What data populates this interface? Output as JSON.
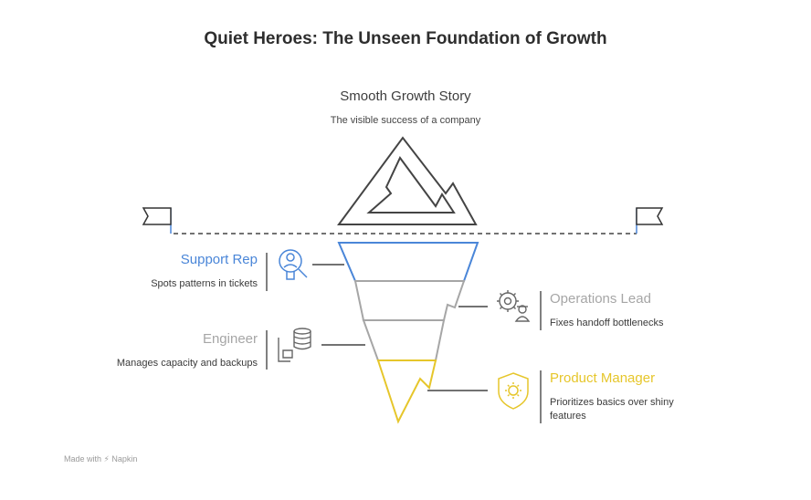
{
  "title": "Quiet Heroes: The Unseen Foundation of Growth",
  "peak": {
    "title": "Smooth Growth Story",
    "subtitle": "The visible success of a company"
  },
  "layers": [
    {
      "title": "Support Rep",
      "description": "Spots patterns in tickets",
      "color": "#4a86d8",
      "icon": "magnifier-person-icon",
      "side": "left"
    },
    {
      "title": "Operations Lead",
      "description": "Fixes handoff bottlenecks",
      "color": "#a6a6a6",
      "icon": "gears-person-icon",
      "side": "right"
    },
    {
      "title": "Engineer",
      "description": "Manages capacity and backups",
      "color": "#a6a6a6",
      "icon": "server-database-icon",
      "side": "left"
    },
    {
      "title": "Product Manager",
      "description": "Prioritizes basics over shiny features",
      "color": "#e6c62b",
      "icon": "shield-gear-icon",
      "side": "right"
    }
  ],
  "footer": "Made with ⚡ Napkin"
}
